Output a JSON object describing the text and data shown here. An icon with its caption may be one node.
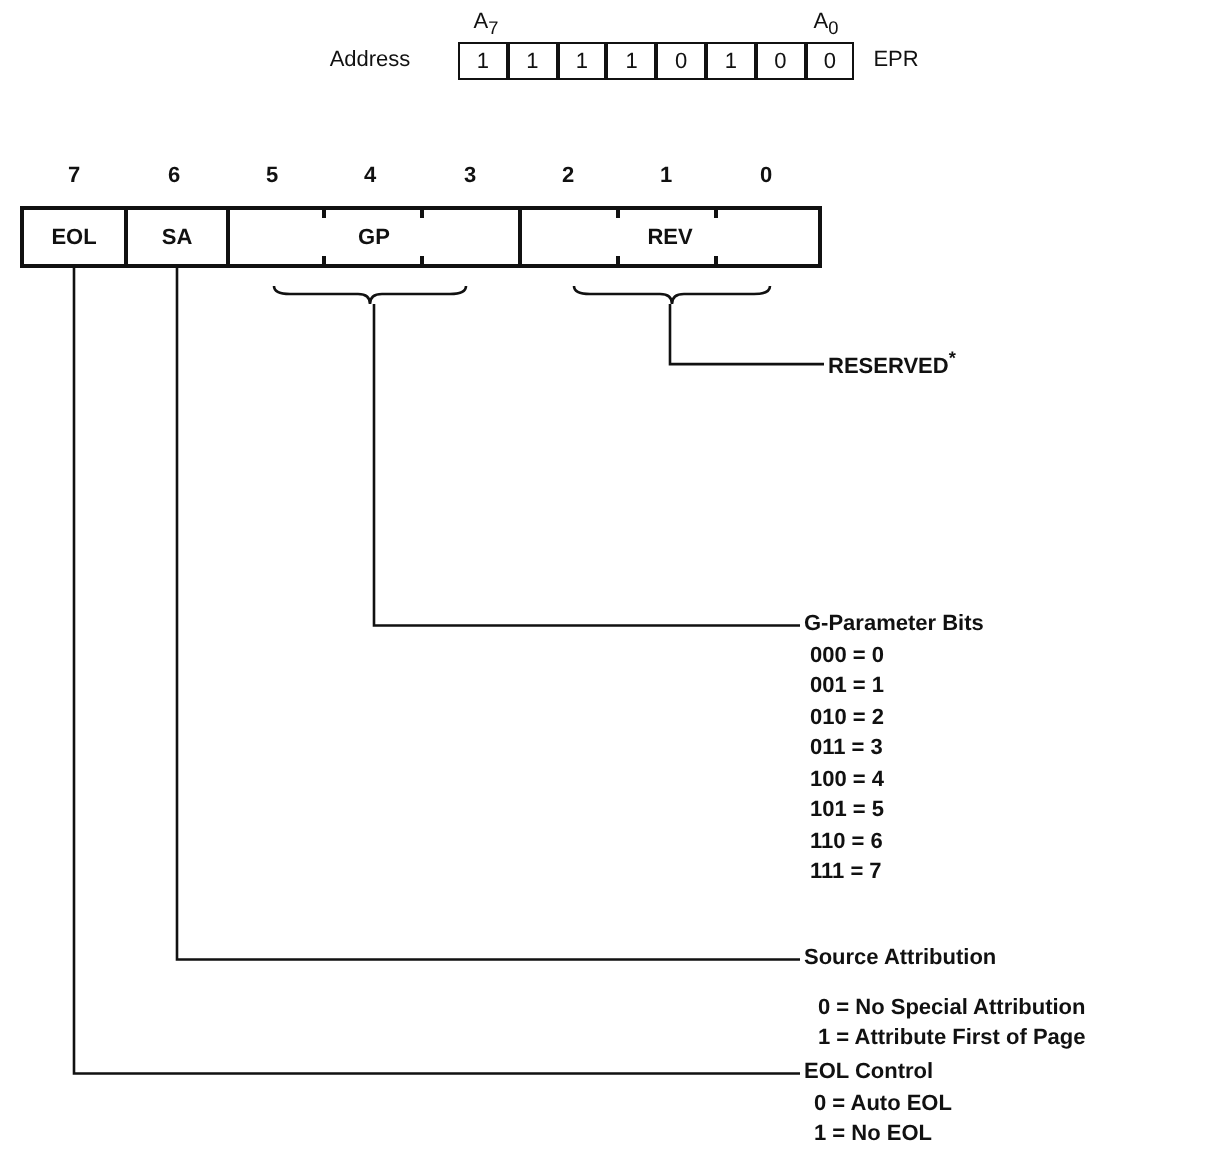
{
  "diagram": {
    "nodes": [
      {
        "text": [
          "EOL"
        ]
      },
      {
        "text": [
          "SA"
        ]
      },
      {
        "text": [
          "GP"
        ]
      },
      {
        "text": [
          "REV"
        ]
      },
      {
        "text": [
          "RESERVED$^{*}$"
        ]
      },
      {
        "text": [
          "G-Parameter Bits",
          "000 = 0",
          "001 = 1",
          "010 = 2",
          "011 = 3",
          "100 = 4",
          "101 = 5",
          "110 = 6",
          "111 = 7"
        ]
      },
      {
        "text": [
          "Source Attribution",
          "0 = No Special Attribution",
          "1 = Attribute First of Page"
        ]
      },
      {
        "text": [
          "EOL Control",
          "0 = Auto EOL",
          "1 = No EOL"
        ]
      }
    ],
    "edges": [
      {
        "from": 3,
        "to": 4,
        "arrow": "none"
      },
      {
        "from": 2,
        "to": 5,
        "arrow": "none"
      },
      {
        "from": 1,
        "to": 6,
        "arrow": "none"
      },
      {
        "from": 0,
        "to": 7,
        "arrow": "none"
      }
    ],
    "labels": [
      "A$_{7}$",
      "A$_{0}$",
      "Address",
      "1",
      "1",
      "1",
      "1",
      "0",
      "1",
      "0",
      "0",
      "EPR",
      "7",
      "6",
      "5",
      "4",
      "3",
      "2",
      "1",
      "0"
    ]
  }
}
